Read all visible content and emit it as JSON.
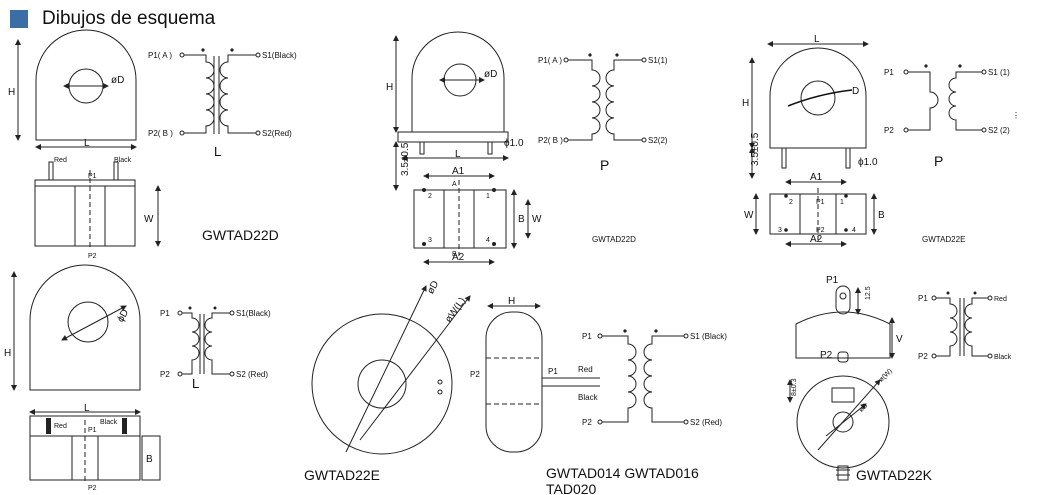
{
  "header": {
    "title": "Dibujos de esquema",
    "accent": "#3a6ea5"
  },
  "models": {
    "m1": "GWTAD22D",
    "m2": "GWTAD22D",
    "m3": "GWTAD22E",
    "m4": "GWTAD22E",
    "m5a": "GWTAD014 GWTAD016",
    "m5b": "TAD020",
    "m6": "GWTAD22K"
  },
  "dims": {
    "H": "H",
    "L": "L",
    "W": "W",
    "B": "B",
    "D": "øD",
    "D2": "D",
    "A1": "A1",
    "A2": "A2",
    "pin": "ϕ1.0",
    "height": "3.5±0.5",
    "phiD": "ϕD",
    "oD": "øD",
    "od_l": "øW(L)",
    "d8": "8±0.3",
    "d125": "12.5",
    "v": "V",
    "od_k": "ø(W)",
    "odk2": "øB"
  },
  "pins": {
    "p1_a": "P1( A )",
    "p2_b": "P2( B )",
    "s1_black": "S1(Black)",
    "s2_red": "S2(Red)",
    "s1_1": "S1(1)",
    "s2_2": "S2(2)",
    "s1_1b": "S1 (1)",
    "s2_2b": "S2 (2)",
    "p1": "P1",
    "p2": "P2",
    "s1_black2": "S1(Black)",
    "s2_red2": "S2 (Red)",
    "s1_black3": "S1 (Black)",
    "s2_red3": "S2 (Red)",
    "red": "Red",
    "black": "Black",
    "n1": "1",
    "n2": "2",
    "n3": "3",
    "n4": "4",
    "A": "A",
    "Bp": "B",
    "letterL": "L",
    "letterP": "P",
    "dots": "⋮"
  }
}
